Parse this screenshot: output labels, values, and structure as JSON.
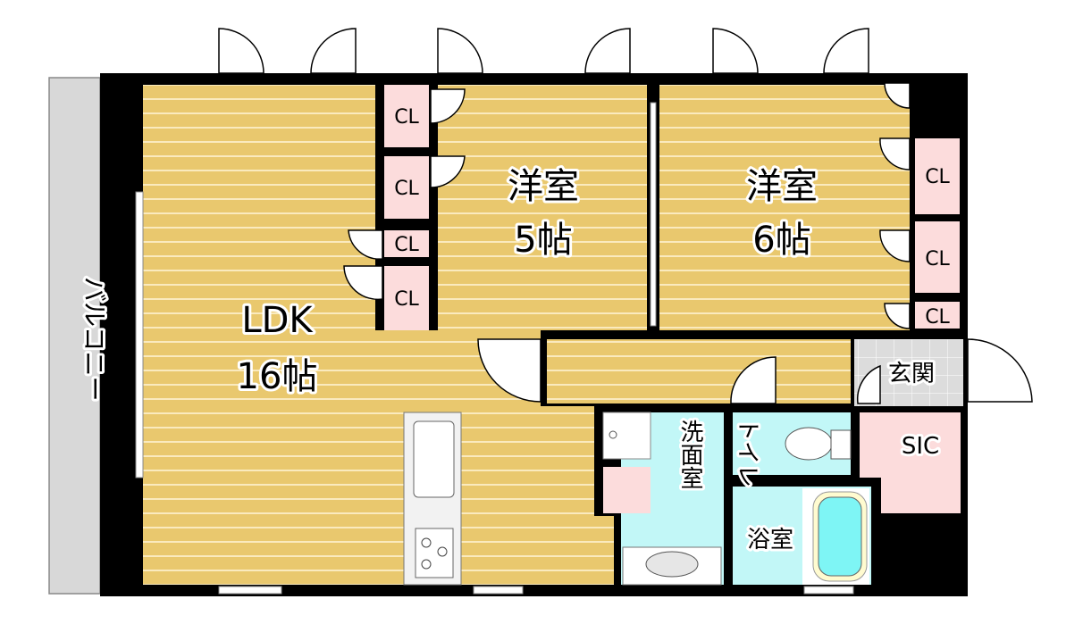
{
  "rooms": {
    "ldk": {
      "name": "LDK",
      "size": "16帖"
    },
    "western5": {
      "name": "洋室",
      "size": "5帖"
    },
    "western6": {
      "name": "洋室",
      "size": "6帖"
    },
    "balcony": "バルコニー",
    "entrance": "玄関",
    "sic": "SIC",
    "toilet": "トイレ",
    "washroom": "洗面室",
    "bathroom": "浴室"
  },
  "closet_label": "CL",
  "colors": {
    "floor": "#e9c86e",
    "closet": "#fcdcdc",
    "wet": "#c2f7f7",
    "tile": "#dcdcdc",
    "balcony": "#d8d8d8",
    "wall": "#000000",
    "tub": "#7ef5f5"
  }
}
